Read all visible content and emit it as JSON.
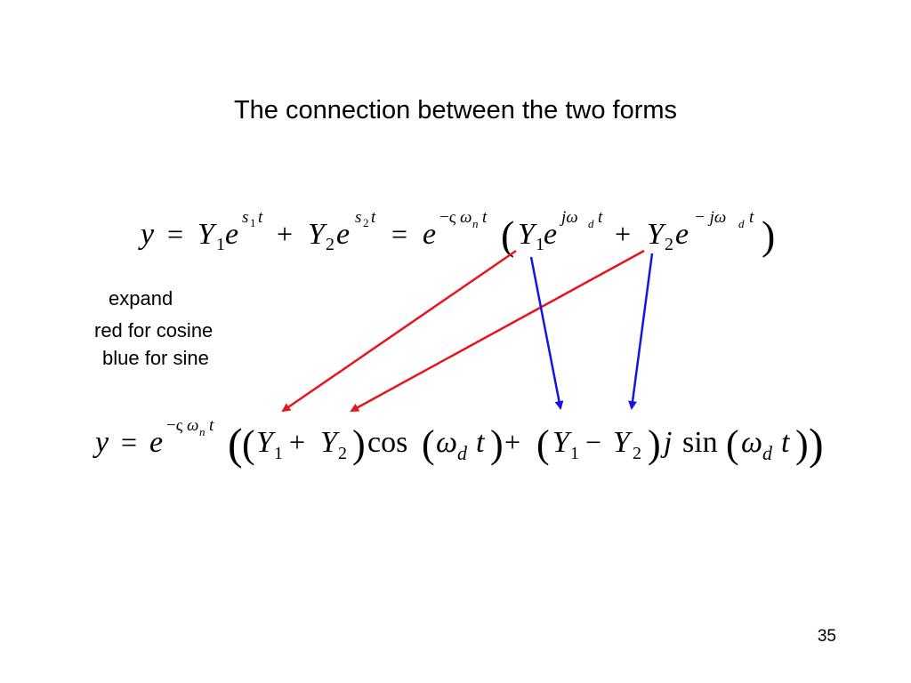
{
  "slide": {
    "title": "The connection between the two forms",
    "page_number": "35"
  },
  "notes": {
    "expand": "expand",
    "red": "red for cosine",
    "blue": "blue for sine"
  },
  "equation_top": {
    "y": "y",
    "eq1": "=",
    "Y": "Y",
    "sub1": "1",
    "sub2": "2",
    "e": "e",
    "s": "s",
    "t": "t",
    "plus": "+",
    "eq2": "=",
    "neg_zeta": "−ς",
    "omega": "ω",
    "n": "n",
    "lparen": "(",
    "rparen": ")",
    "j_omega": "jω",
    "neg_j_omega": "− jω",
    "d": "d"
  },
  "equation_bottom": {
    "y": "y",
    "eq": "=",
    "e": "e",
    "neg_zeta": "−ς",
    "omega": "ω",
    "n": "n",
    "t": "t",
    "lparen": "(",
    "rparen": ")",
    "Y": "Y",
    "sub1": "1",
    "sub2": "2",
    "plus": "+",
    "minus": "−",
    "cos": "cos",
    "sin": "sin",
    "j": "j",
    "d": "d"
  },
  "colors": {
    "cosine_arrow": "#e8141c",
    "sine_arrow": "#1414e6",
    "text": "#000000"
  }
}
